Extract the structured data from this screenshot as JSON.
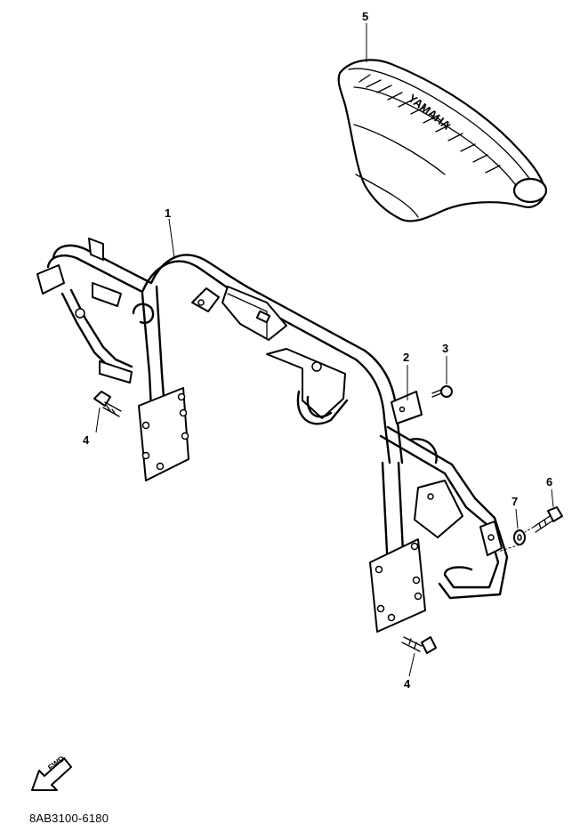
{
  "callouts": {
    "c1": "1",
    "c2": "2",
    "c3": "3",
    "c4a": "4",
    "c4b": "4",
    "c5": "5",
    "c6": "6",
    "c7": "7"
  },
  "seat_logo": "YAMAHA",
  "fwd_arrow_label": "FWD",
  "diagram_code": "8AB3100-6180"
}
